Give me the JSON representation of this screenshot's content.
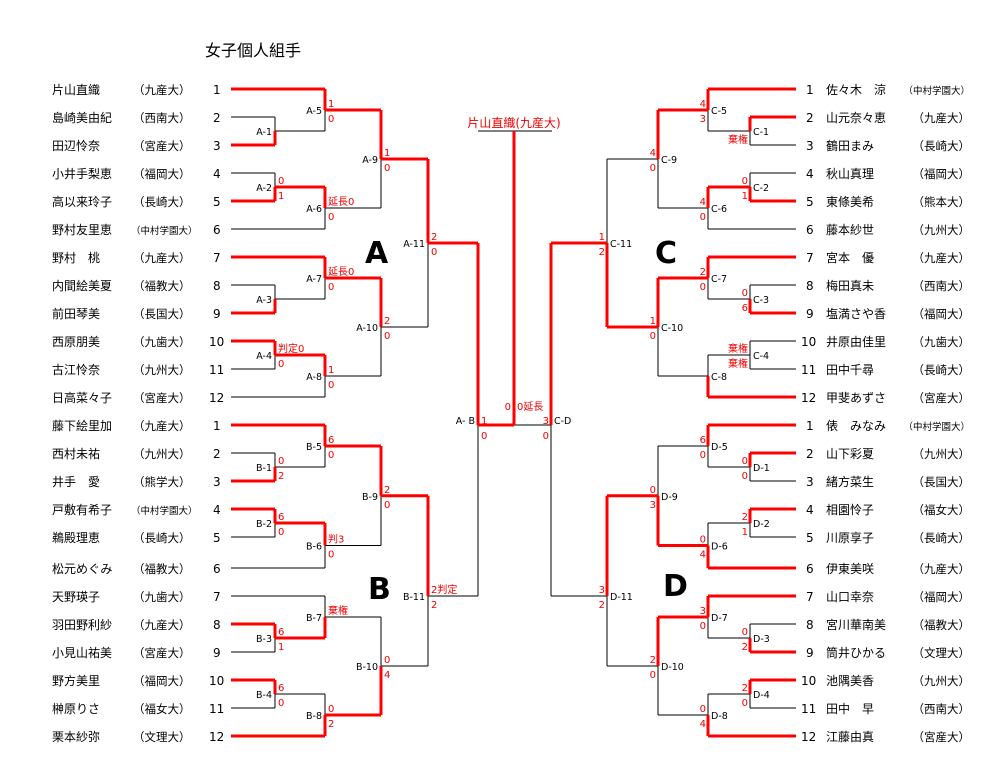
{
  "title": "女子個人組手",
  "colors": {
    "winner": "#ff0000",
    "line": "#000000",
    "score": "#ee0000"
  },
  "final": {
    "champion": "片山直織(九産大)",
    "score_left": "0",
    "score_right": "0延長"
  },
  "semis": [
    {
      "id": "A-B",
      "label": "A- B",
      "scores": [
        "1",
        "0"
      ],
      "winner": "top"
    },
    {
      "id": "C-D",
      "label": "C-D",
      "scores": [
        "3",
        "0"
      ],
      "winner": "top"
    }
  ],
  "groups": [
    {
      "letter": "A",
      "side": "left",
      "players": [
        {
          "seed": "1",
          "name": "片山直織",
          "univ": "（九産大）"
        },
        {
          "seed": "2",
          "name": "島崎美由紀",
          "univ": "（西南大）"
        },
        {
          "seed": "3",
          "name": "田辺怜奈",
          "univ": "（宮産大）"
        },
        {
          "seed": "4",
          "name": "小井手梨恵",
          "univ": "（福岡大）"
        },
        {
          "seed": "5",
          "name": "高以来玲子",
          "univ": "（長崎大）"
        },
        {
          "seed": "6",
          "name": "野村友里恵",
          "univ": "（中村学園大）"
        },
        {
          "seed": "7",
          "name": "野村　桃",
          "univ": "（九産大）"
        },
        {
          "seed": "8",
          "name": "内間絵美夏",
          "univ": "（福教大）"
        },
        {
          "seed": "9",
          "name": "前田琴美",
          "univ": "（長国大）"
        },
        {
          "seed": "10",
          "name": "西原朋美",
          "univ": "（九歯大）"
        },
        {
          "seed": "11",
          "name": "古江怜奈",
          "univ": "（九州大）"
        },
        {
          "seed": "12",
          "name": "日高菜々子",
          "univ": "（宮産大）"
        }
      ],
      "matches": [
        {
          "label": "A-1",
          "scores": [
            "",
            ""
          ],
          "winner": "bottom"
        },
        {
          "label": "A-2",
          "scores": [
            "0",
            "1"
          ],
          "winner": "bottom"
        },
        {
          "label": "A-3",
          "scores": [
            "",
            ""
          ],
          "winner": "bottom"
        },
        {
          "label": "A-4",
          "scores": [
            "判定0",
            "0"
          ],
          "winner": "top"
        },
        {
          "label": "A-5",
          "scores": [
            "1",
            "0"
          ],
          "winner": "top"
        },
        {
          "label": "A-6",
          "scores": [
            "延長0",
            "0"
          ],
          "winner": "top"
        },
        {
          "label": "A-7",
          "scores": [
            "延長0",
            "0"
          ],
          "winner": "top"
        },
        {
          "label": "A-8",
          "scores": [
            "1",
            "0"
          ],
          "winner": "top"
        },
        {
          "label": "A-9",
          "scores": [
            "1",
            "0"
          ],
          "winner": "top"
        },
        {
          "label": "A-10",
          "scores": [
            "2",
            "0"
          ],
          "winner": "top"
        },
        {
          "label": "A-11",
          "scores": [
            "2",
            "0"
          ],
          "winner": "top"
        }
      ]
    },
    {
      "letter": "B",
      "side": "left",
      "players": [
        {
          "seed": "1",
          "name": "藤下絵里加",
          "univ": "（九産大）"
        },
        {
          "seed": "2",
          "name": "西村未祐",
          "univ": "（九州大）"
        },
        {
          "seed": "3",
          "name": "井手　愛",
          "univ": "（熊学大）"
        },
        {
          "seed": "4",
          "name": "戸敷有希子",
          "univ": "（中村学園大）"
        },
        {
          "seed": "5",
          "name": "鵜殿理恵",
          "univ": "（長崎大）"
        },
        {
          "seed": "6",
          "name": "松元めぐみ",
          "univ": "（福教大）"
        },
        {
          "seed": "7",
          "name": "天野瑛子",
          "univ": "（九歯大）"
        },
        {
          "seed": "8",
          "name": "羽田野利紗",
          "univ": "（九産大）"
        },
        {
          "seed": "9",
          "name": "小見山祐美",
          "univ": "（宮産大）"
        },
        {
          "seed": "10",
          "name": "野方美里",
          "univ": "（福岡大）"
        },
        {
          "seed": "11",
          "name": "榊原りさ",
          "univ": "（福女大）"
        },
        {
          "seed": "12",
          "name": "栗本紗弥",
          "univ": "（文理大）"
        }
      ],
      "matches": [
        {
          "label": "B-1",
          "scores": [
            "0",
            "2"
          ],
          "winner": "bottom"
        },
        {
          "label": "B-2",
          "scores": [
            "6",
            "0"
          ],
          "winner": "top"
        },
        {
          "label": "B-3",
          "scores": [
            "6",
            "1"
          ],
          "winner": "top"
        },
        {
          "label": "B-4",
          "scores": [
            "6",
            "0"
          ],
          "winner": "top"
        },
        {
          "label": "B-5",
          "scores": [
            "6",
            "0"
          ],
          "winner": "top"
        },
        {
          "label": "B-6",
          "scores": [
            "判3",
            "0"
          ],
          "winner": "top"
        },
        {
          "label": "B-7",
          "scores": [
            "棄権",
            ""
          ],
          "winner": "bottom"
        },
        {
          "label": "B-8",
          "scores": [
            "0",
            "2"
          ],
          "winner": "bottom"
        },
        {
          "label": "B-9",
          "scores": [
            "2",
            "0"
          ],
          "winner": "top"
        },
        {
          "label": "B-10",
          "scores": [
            "0",
            "4"
          ],
          "winner": "bottom"
        },
        {
          "label": "B-11",
          "scores": [
            "2判定",
            "2"
          ],
          "winner": "top"
        }
      ]
    },
    {
      "letter": "C",
      "side": "right",
      "players": [
        {
          "seed": "1",
          "name": "佐々木　涼",
          "univ": "（中村学園大）"
        },
        {
          "seed": "2",
          "name": "山元奈々恵",
          "univ": "（九産大）"
        },
        {
          "seed": "3",
          "name": "鶴田まみ",
          "univ": "（長崎大）"
        },
        {
          "seed": "4",
          "name": "秋山真理",
          "univ": "（福岡大）"
        },
        {
          "seed": "5",
          "name": "東條美希",
          "univ": "（熊本大）"
        },
        {
          "seed": "6",
          "name": "藤本紗世",
          "univ": "（九州大）"
        },
        {
          "seed": "7",
          "name": "宮本　優",
          "univ": "（九産大）"
        },
        {
          "seed": "8",
          "name": "梅田真未",
          "univ": "（西南大）"
        },
        {
          "seed": "9",
          "name": "塩満さや香",
          "univ": "（福岡大）"
        },
        {
          "seed": "10",
          "name": "井原由佳里",
          "univ": "（九歯大）"
        },
        {
          "seed": "11",
          "name": "田中千尋",
          "univ": "（長崎大）"
        },
        {
          "seed": "12",
          "name": "甲斐あずさ",
          "univ": "（宮産大）"
        }
      ],
      "matches": [
        {
          "label": "C-1",
          "scores": [
            "",
            "棄権"
          ],
          "winner": "top"
        },
        {
          "label": "C-2",
          "scores": [
            "0",
            "1"
          ],
          "winner": "bottom"
        },
        {
          "label": "C-3",
          "scores": [
            "0",
            "6"
          ],
          "winner": "bottom"
        },
        {
          "label": "C-4",
          "scores": [
            "棄権",
            "棄権"
          ],
          "winner": null
        },
        {
          "label": "C-5",
          "scores": [
            "4",
            "3"
          ],
          "winner": "top"
        },
        {
          "label": "C-6",
          "scores": [
            "4",
            "0"
          ],
          "winner": "top"
        },
        {
          "label": "C-7",
          "scores": [
            "2",
            "0"
          ],
          "winner": "top"
        },
        {
          "label": "C-8",
          "scores": [
            "",
            ""
          ],
          "winner": "bottom"
        },
        {
          "label": "C-9",
          "scores": [
            "4",
            "0"
          ],
          "winner": "top"
        },
        {
          "label": "C-10",
          "scores": [
            "1",
            "0"
          ],
          "winner": "top"
        },
        {
          "label": "C-11",
          "scores": [
            "1",
            "2"
          ],
          "winner": "bottom"
        }
      ]
    },
    {
      "letter": "D",
      "side": "right",
      "players": [
        {
          "seed": "1",
          "name": "俵　みなみ",
          "univ": "（中村学園大）"
        },
        {
          "seed": "2",
          "name": "山下彩夏",
          "univ": "（九州大）"
        },
        {
          "seed": "3",
          "name": "緒方菜生",
          "univ": "（長国大）"
        },
        {
          "seed": "4",
          "name": "相園怜子",
          "univ": "（福女大）"
        },
        {
          "seed": "5",
          "name": "川原享子",
          "univ": "（長崎大）"
        },
        {
          "seed": "6",
          "name": "伊東美咲",
          "univ": "（九産大）"
        },
        {
          "seed": "7",
          "name": "山口幸奈",
          "univ": "（福岡大）"
        },
        {
          "seed": "8",
          "name": "宮川華南美",
          "univ": "（福教大）"
        },
        {
          "seed": "9",
          "name": "筒井ひかる",
          "univ": "（文理大）"
        },
        {
          "seed": "10",
          "name": "池隅美香",
          "univ": "（九州大）"
        },
        {
          "seed": "11",
          "name": "田中　早",
          "univ": "（西南大）"
        },
        {
          "seed": "12",
          "name": "江藤由真",
          "univ": "（宮産大）"
        }
      ],
      "matches": [
        {
          "label": "D-1",
          "scores": [
            "0",
            "0"
          ],
          "winner": "top"
        },
        {
          "label": "D-2",
          "scores": [
            "2",
            "1"
          ],
          "winner": "top"
        },
        {
          "label": "D-3",
          "scores": [
            "0",
            "2"
          ],
          "winner": "bottom"
        },
        {
          "label": "D-4",
          "scores": [
            "2",
            "0"
          ],
          "winner": "top"
        },
        {
          "label": "D-5",
          "scores": [
            "6",
            "0"
          ],
          "winner": "top"
        },
        {
          "label": "D-6",
          "scores": [
            "0",
            "4"
          ],
          "winner": "bottom"
        },
        {
          "label": "D-7",
          "scores": [
            "3",
            "0"
          ],
          "winner": "top"
        },
        {
          "label": "D-8",
          "scores": [
            "0",
            "4"
          ],
          "winner": "bottom"
        },
        {
          "label": "D-9",
          "scores": [
            "0",
            "3"
          ],
          "winner": "bottom"
        },
        {
          "label": "D-10",
          "scores": [
            "2",
            "0"
          ],
          "winner": "top"
        },
        {
          "label": "D-11",
          "scores": [
            "3",
            "2"
          ],
          "winner": "top"
        }
      ]
    }
  ]
}
